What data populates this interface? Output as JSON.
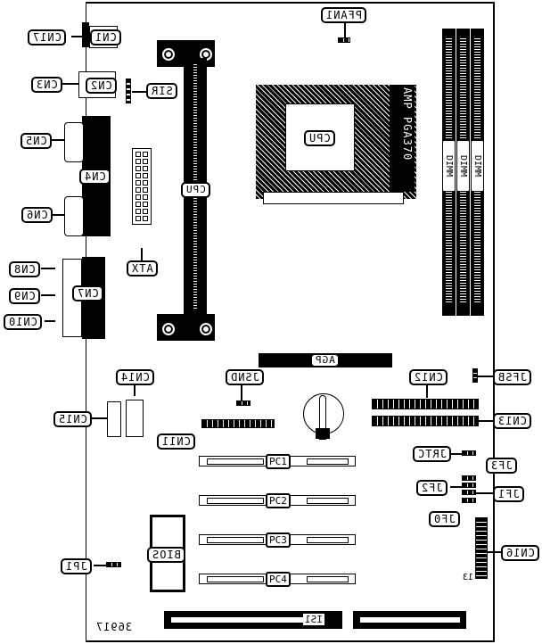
{
  "diagram": {
    "title": "Motherboard component layout (mirrored)",
    "part_number": "36917",
    "pin_marker": "13",
    "mirrored": true
  },
  "labels": {
    "cn1": "CN1",
    "cn2": "CN2",
    "cn3": "CN3",
    "cn4": "CN4",
    "cn5": "CN5",
    "cn6": "CN6",
    "cn7": "CN7",
    "cn8": "CN8",
    "cn9": "CN9",
    "cn10": "CN10",
    "cn11": "CN11",
    "cn12": "CN12",
    "cn13": "CN13",
    "cn14": "CN14",
    "cn15": "CN15",
    "cn16": "CN16",
    "cn17": "CN17",
    "sir": "SIR",
    "atx": "ATX",
    "cpu_slot": "CPU",
    "cpu_socket": "CPU",
    "socket_brand": "AMP PGA370",
    "pfan1": "PFAN1",
    "dimm": [
      "DIMM",
      "DIMM",
      "DIMM"
    ],
    "agp": "AGP",
    "jsnd": "JSND",
    "jfsb": "JFSB",
    "jrtc": "JRTC",
    "jf0": "JF0",
    "jf1": "JF1",
    "jf2": "JF2",
    "jf3": "JF3",
    "jp1": "JP1",
    "pci": [
      "PC1",
      "PC2",
      "PC3",
      "PC4"
    ],
    "bios": "BIOS",
    "isa1": "IS1"
  }
}
